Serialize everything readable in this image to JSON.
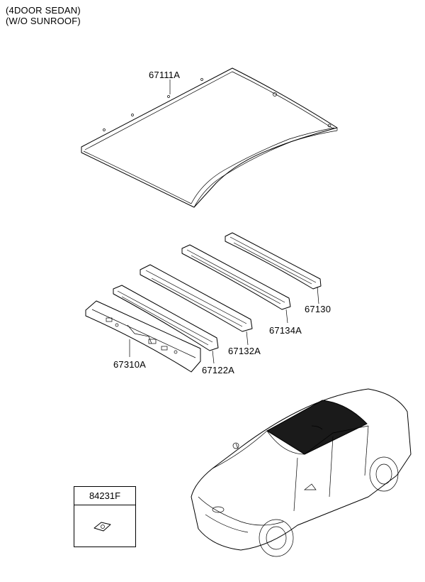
{
  "notes": [
    "(4DOOR SEDAN)",
    "(W/O SUNROOF)"
  ],
  "parts": [
    {
      "id": "roof-panel",
      "number": "67111A"
    },
    {
      "id": "rear-rail",
      "number": "67130"
    },
    {
      "id": "rail-3",
      "number": "67134A"
    },
    {
      "id": "rail-2",
      "number": "67132A"
    },
    {
      "id": "front-header",
      "number": "67310A"
    },
    {
      "id": "rail-1",
      "number": "67122A"
    }
  ],
  "callout_box": {
    "number": "84231F"
  },
  "colors": {
    "line": "#000000",
    "roof_highlight": "#1a1a1a",
    "background": "#ffffff"
  }
}
